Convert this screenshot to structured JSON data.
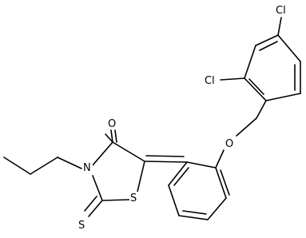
{
  "molecule": {
    "atoms": {
      "cl_top": "Cl",
      "cl_mid": "Cl",
      "oxygen_ether": "O",
      "oxygen_carbonyl": "O",
      "nitrogen": "N",
      "sulfur_ring": "S",
      "sulfur_thione": "S"
    }
  },
  "colors": {
    "bond": "#000000",
    "label": "#000000",
    "background": "#ffffff"
  }
}
